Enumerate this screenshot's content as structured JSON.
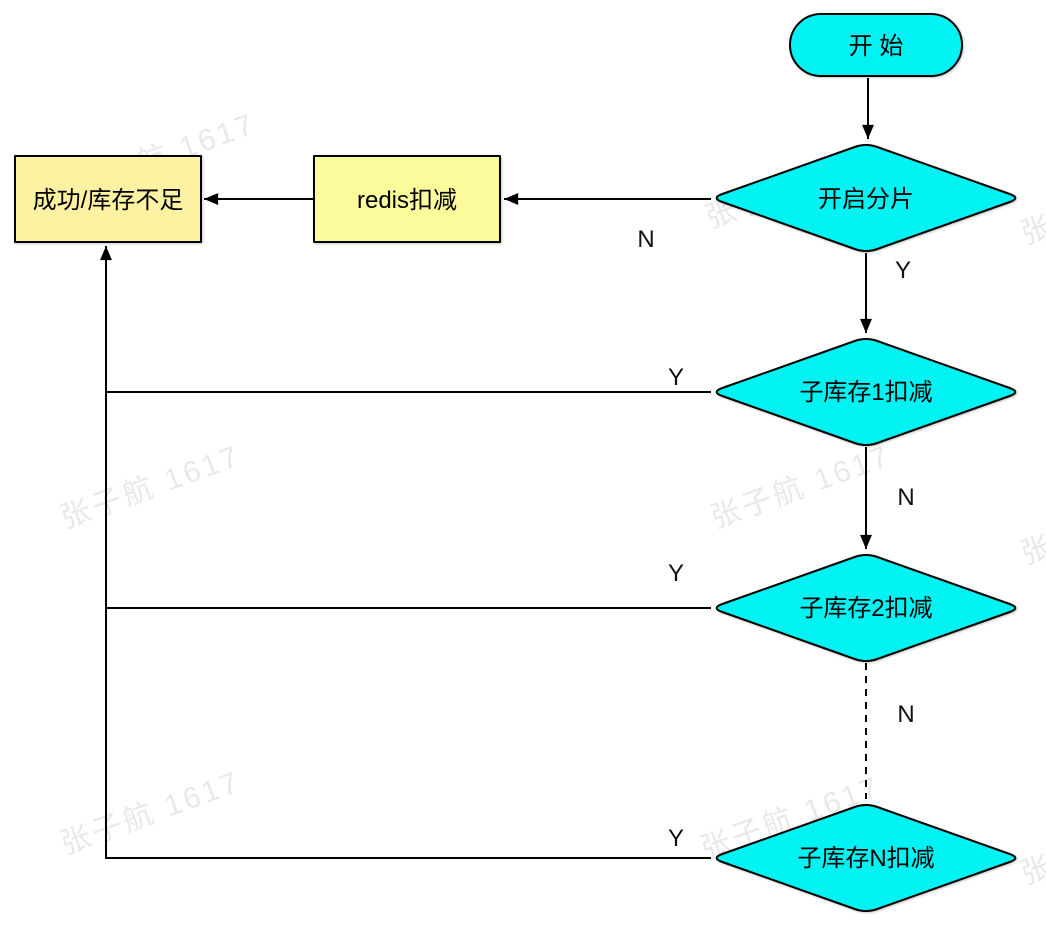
{
  "watermark": {
    "text": "张子航 1617"
  },
  "colors": {
    "node_cyan": "#00f2f2",
    "box_redis": "#fbfb9b",
    "box_result": "#fcf2a2",
    "stroke": "#000000"
  },
  "nodes": {
    "start": {
      "label": "开 始",
      "shape": "terminator"
    },
    "shard_check": {
      "label": "开启分片",
      "shape": "decision"
    },
    "redis_deduct": {
      "label": "redis扣减",
      "shape": "process"
    },
    "result": {
      "label": "成功/库存不足",
      "shape": "process"
    },
    "sub_stock_1": {
      "label": "子库存1扣减",
      "shape": "decision"
    },
    "sub_stock_2": {
      "label": "子库存2扣减",
      "shape": "decision"
    },
    "sub_stock_n": {
      "label": "子库存N扣减",
      "shape": "decision"
    }
  },
  "edge_labels": {
    "shard_no": "N",
    "shard_yes": "Y",
    "sub1_yes": "Y",
    "sub1_no": "N",
    "sub2_yes": "Y",
    "sub2_no": "N",
    "subn_yes": "Y"
  }
}
